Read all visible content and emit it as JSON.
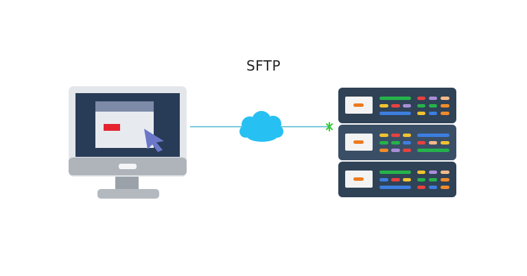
{
  "diagram": {
    "title": "SFTP",
    "nodes": [
      {
        "id": "client",
        "icon": "desktop-computer-icon"
      },
      {
        "id": "network",
        "icon": "cloud-icon"
      },
      {
        "id": "server",
        "icon": "server-rack-icon"
      }
    ],
    "links": [
      {
        "from": "client",
        "to": "network"
      },
      {
        "from": "network",
        "to": "server"
      }
    ]
  },
  "colors": {
    "background": "#ffffff",
    "monitor_frame": "#e3e6ea",
    "screen": "#283c58",
    "window_bar": "#7d8aa8",
    "window_body": "#e7ebf0",
    "window_button": "#e5232f",
    "cursor": "#6b78c8",
    "stand": "#9aa1a9",
    "link_line": "#4bb9d1",
    "cloud": "#27c0f3",
    "connector": "#33cc33",
    "server_body": "#2f4256",
    "server_panel": "#f3f3f3",
    "server_led_orange": "#ed7a1e",
    "green": "#26b24a",
    "red": "#e8413e",
    "blue": "#3d7ee0",
    "yellow": "#f2c230",
    "purple": "#a98ed6",
    "orange": "#f08b2a",
    "peach": "#f5b98a"
  }
}
